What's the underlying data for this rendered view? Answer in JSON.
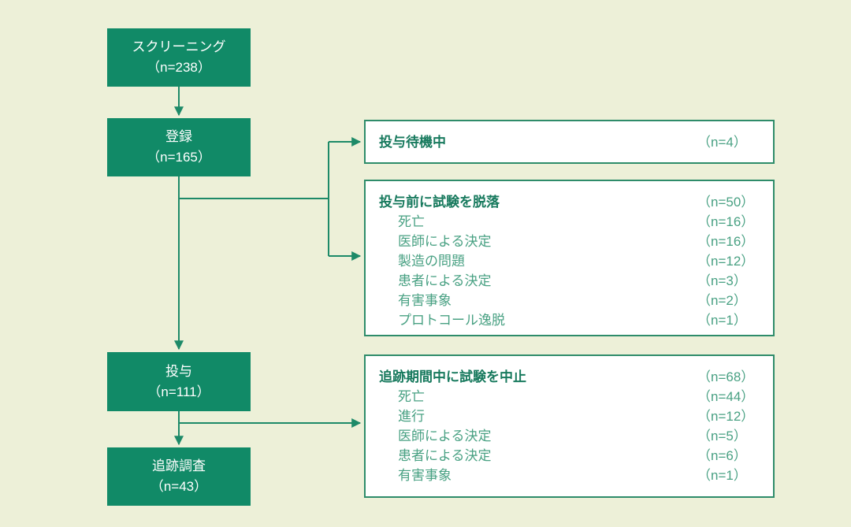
{
  "colors": {
    "background": "#edf0d8",
    "flow_box_fill": "#118a67",
    "flow_box_text": "#ffffff",
    "detail_box_border": "#2e8c6a",
    "detail_box_bg": "#ffffff",
    "header_text": "#187a5e",
    "item_text": "#49a183",
    "connector": "#1d8a68"
  },
  "flow_boxes": [
    {
      "label": "スクリーニング",
      "n": "（n=238）"
    },
    {
      "label": "登録",
      "n": "（n=165）"
    },
    {
      "label": "投与",
      "n": "（n=111）"
    },
    {
      "label": "追跡調査",
      "n": "（n=43）"
    }
  ],
  "detail_boxes": [
    {
      "title": "投与待機中",
      "n": "（n=4）",
      "items": []
    },
    {
      "title": "投与前に試験を脱落",
      "n": "（n=50）",
      "items": [
        {
          "label": "死亡",
          "n": "（n=16）"
        },
        {
          "label": "医師による決定",
          "n": "（n=16）"
        },
        {
          "label": "製造の問題",
          "n": "（n=12）"
        },
        {
          "label": "患者による決定",
          "n": "（n=3）"
        },
        {
          "label": "有害事象",
          "n": "（n=2）"
        },
        {
          "label": "プロトコール逸脱",
          "n": "（n=1）"
        }
      ]
    },
    {
      "title": "追跡期間中に試験を中止",
      "n": "（n=68）",
      "items": [
        {
          "label": "死亡",
          "n": "（n=44）"
        },
        {
          "label": "進行",
          "n": "（n=12）"
        },
        {
          "label": "医師による決定",
          "n": "（n=5）"
        },
        {
          "label": "患者による決定",
          "n": "（n=6）"
        },
        {
          "label": "有害事象",
          "n": "（n=1）"
        }
      ]
    }
  ]
}
